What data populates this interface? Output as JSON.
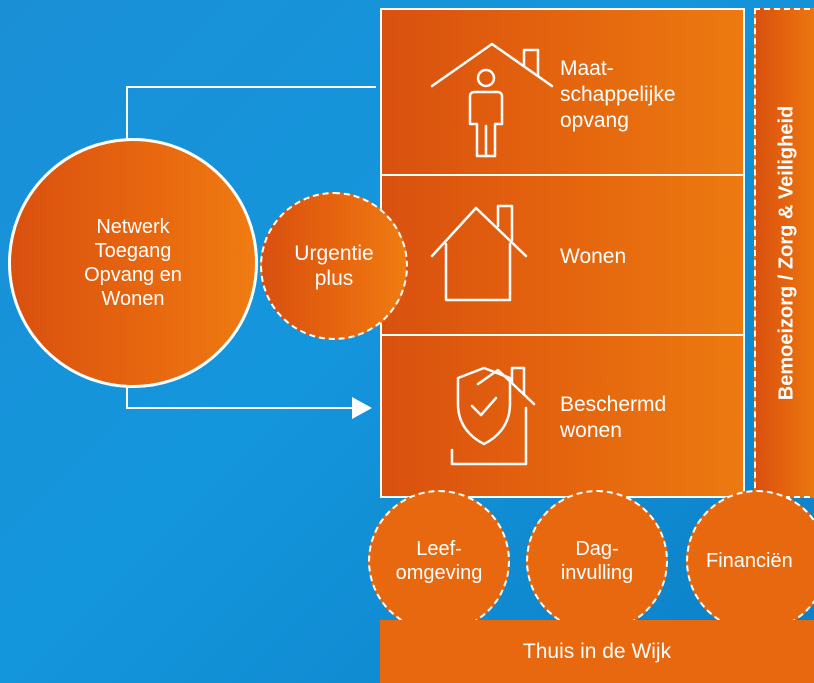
{
  "network": {
    "label": "Netwerk\nToegang\nOpvang en\nWonen"
  },
  "urgentie": {
    "label": "Urgentie\nplus"
  },
  "blocks": [
    {
      "label": "Maat-\nschappelijke\nopvang",
      "icon": "house-person-icon"
    },
    {
      "label": "Wonen",
      "icon": "house-icon"
    },
    {
      "label": "Beschermd\nwonen",
      "icon": "house-shield-icon"
    }
  ],
  "side_panel": {
    "label": "Bemoeizorg / Zorg & Veiligheid"
  },
  "bottom_circles": [
    {
      "label": "Leef-\nomgeving"
    },
    {
      "label": "Dag-\ninvulling"
    },
    {
      "label": "Financiën"
    }
  ],
  "bottom_bar": {
    "label": "Thuis in de Wijk"
  },
  "colors": {
    "orange": "#e4640e",
    "blue": "#1496dc",
    "line": "#ffffff"
  }
}
